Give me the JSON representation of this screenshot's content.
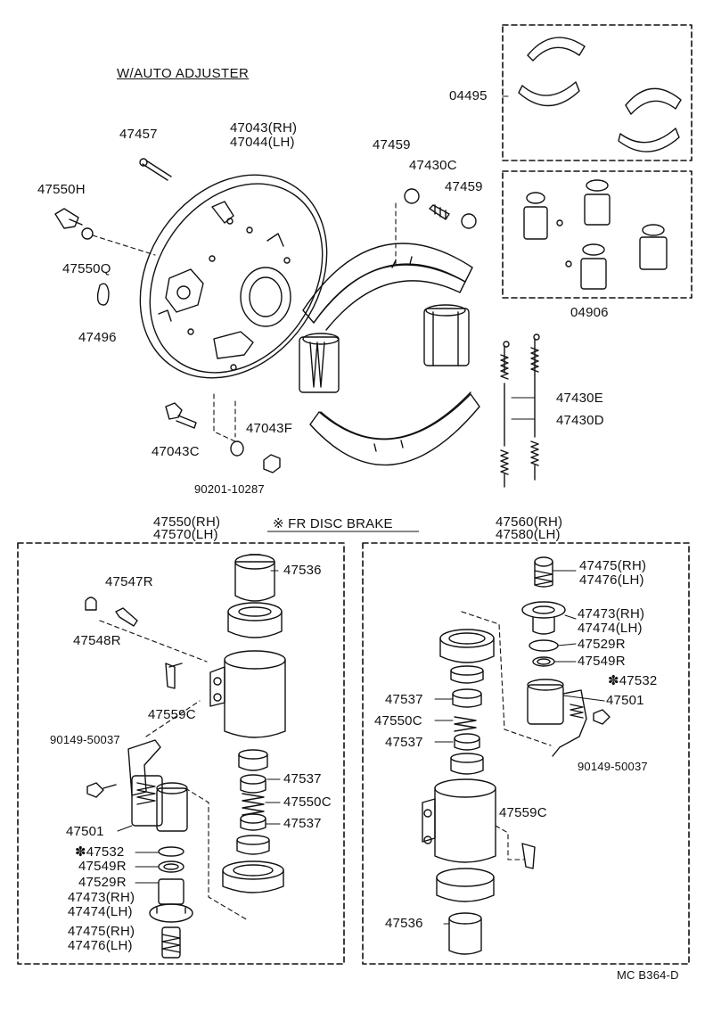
{
  "title": "W/AUTO ADJUSTER",
  "fr_disc_title": "※ FR DISC BRAKE",
  "reference": "MC B364-D",
  "labels": {
    "p47457": "47457",
    "p47043": "47043",
    "p47043_sfx": "(RH)",
    "p47044": "47044",
    "p47044_sfx": "(LH)",
    "p47459a": "47459",
    "p47430c": "47430C",
    "p47459b": "47459",
    "p47550h": "47550H",
    "p47550q": "47550Q",
    "p47496": "47496",
    "p04495": "04495",
    "p04906": "04906",
    "p47430e": "47430E",
    "p47430d": "47430D",
    "p47043f": "47043F",
    "p47043c": "47043C",
    "p90201": "90201-10287",
    "l47550": "47550",
    "l47550_sfx": "(RH)",
    "l47570": "47570",
    "l47570_sfx": "(LH)",
    "l47547r": "47547R",
    "l47548r": "47548R",
    "l47536": "47536",
    "l47559c": "47559C",
    "l90149": "90149-50037",
    "l47537a": "47537",
    "l47550c": "47550C",
    "l47537b": "47537",
    "l47501": "47501",
    "l47532": "✽47532",
    "l47549r": "47549R",
    "l47529r": "47529R",
    "l47473": "47473",
    "l47473_sfx": "(RH)",
    "l47474": "47474",
    "l47474_sfx": "(LH)",
    "l47475": "47475",
    "l47475_sfx": "(RH)",
    "l47476": "47476",
    "l47476_sfx": "(LH)",
    "r47560": "47560",
    "r47560_sfx": "(RH)",
    "r47580": "47580",
    "r47580_sfx": "(LH)",
    "r47475": "47475",
    "r47475_sfx": "(RH)",
    "r47476": "47476",
    "r47476_sfx": "(LH)",
    "r47473": "47473",
    "r47473_sfx": "(RH)",
    "r47474": "47474",
    "r47474_sfx": "(LH)",
    "r47529r": "47529R",
    "r47549r": "47549R",
    "r47532": "✽47532",
    "r47501": "47501",
    "r47537a": "47537",
    "r47550c": "47550C",
    "r47537b": "47537",
    "r90149": "90149-50037",
    "r47559c": "47559C",
    "r47536": "47536"
  }
}
